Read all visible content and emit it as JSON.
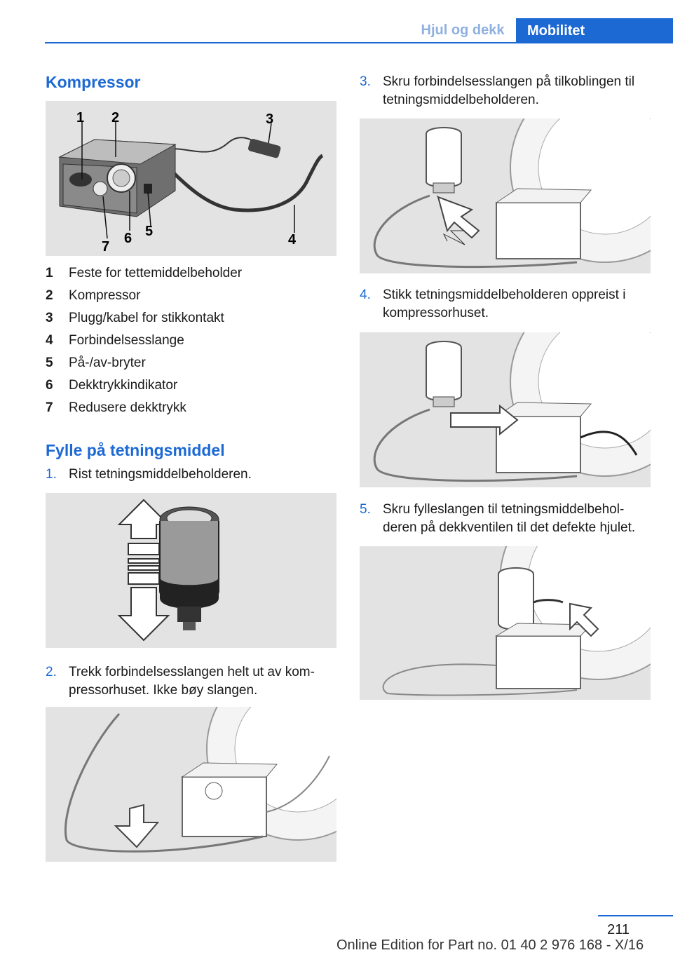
{
  "header": {
    "section": "Hjul og dekk",
    "chapter": "Mobilitet"
  },
  "compressor": {
    "heading": "Kompressor",
    "figure_callouts": [
      "1",
      "2",
      "3",
      "4",
      "5",
      "6",
      "7"
    ],
    "legend": [
      {
        "num": "1",
        "text": "Feste for tettemiddelbeholder"
      },
      {
        "num": "2",
        "text": "Kompressor"
      },
      {
        "num": "3",
        "text": "Plugg/kabel for stikkontakt"
      },
      {
        "num": "4",
        "text": "Forbindelsesslange"
      },
      {
        "num": "5",
        "text": "På-/av-bryter"
      },
      {
        "num": "6",
        "text": "Dekktrykkindikator"
      },
      {
        "num": "7",
        "text": "Redusere dekktrykk"
      }
    ]
  },
  "filling": {
    "heading": "Fylle på tetningsmiddel",
    "steps": [
      {
        "num": "1.",
        "text": "Rist tetningsmiddelbeholderen."
      },
      {
        "num": "2.",
        "text": "Trekk forbindelsesslangen helt ut av kom‐pressorhuset. Ikke bøy slangen."
      },
      {
        "num": "3.",
        "text": "Skru forbindelsesslangen på tilkoblingen til tetningsmiddelbeholderen."
      },
      {
        "num": "4.",
        "text": "Stikk tetningsmiddelbeholderen oppreist i kompressorhuset."
      },
      {
        "num": "5.",
        "text": "Skru fylleslangen til tetningsmiddelbehol‐deren på dekkventilen til det defekte hjulet."
      }
    ]
  },
  "footer": {
    "page_number": "211",
    "edition": "Online Edition for Part no. 01 40 2 976 168 - X/16"
  },
  "colors": {
    "accent": "#1c69d4",
    "figure_bg": "#e3e3e3"
  }
}
